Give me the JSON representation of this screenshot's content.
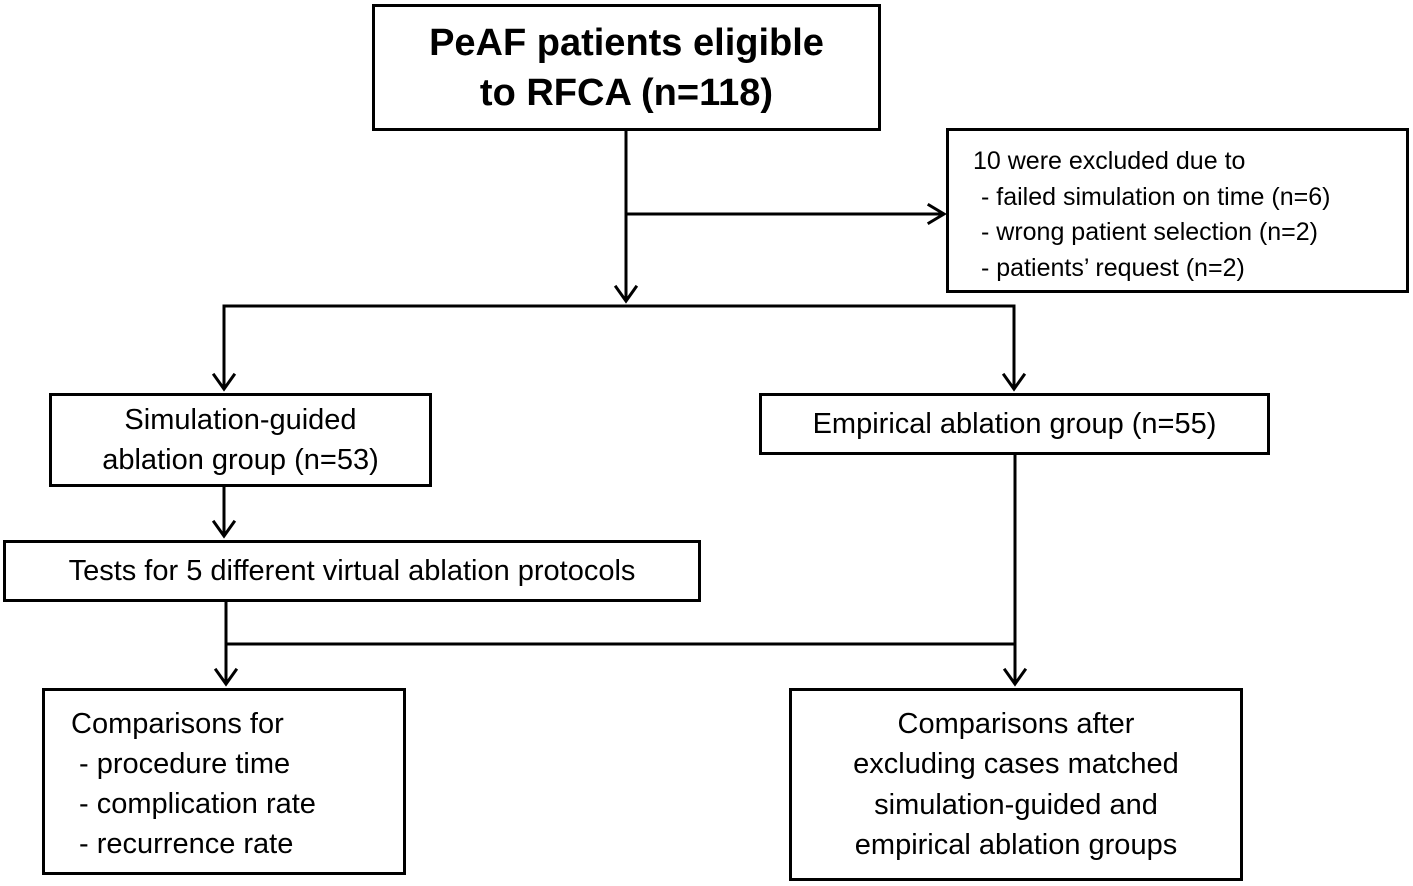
{
  "flowchart": {
    "eligible": {
      "lines": [
        "PeAF patients eligible",
        "to RFCA (n=118)"
      ]
    },
    "excluded": {
      "heading": "10 were excluded due to",
      "items": [
        "- failed simulation on time (n=6)",
        "- wrong patient selection (n=2)",
        "- patients’ request (n=2)"
      ]
    },
    "simulation_group": {
      "lines": [
        "Simulation-guided",
        "ablation group (n=53)"
      ]
    },
    "empirical_group": {
      "label": "Empirical ablation group (n=55)"
    },
    "tests": {
      "label": "Tests for 5 different virtual ablation protocols"
    },
    "comparisons_for": {
      "heading": "Comparisons for",
      "items": [
        "- procedure time",
        "- complication rate",
        "- recurrence rate"
      ]
    },
    "comparisons_after": {
      "lines": [
        "Comparisons after",
        "excluding cases matched",
        "simulation-guided and",
        "empirical ablation groups"
      ]
    }
  }
}
